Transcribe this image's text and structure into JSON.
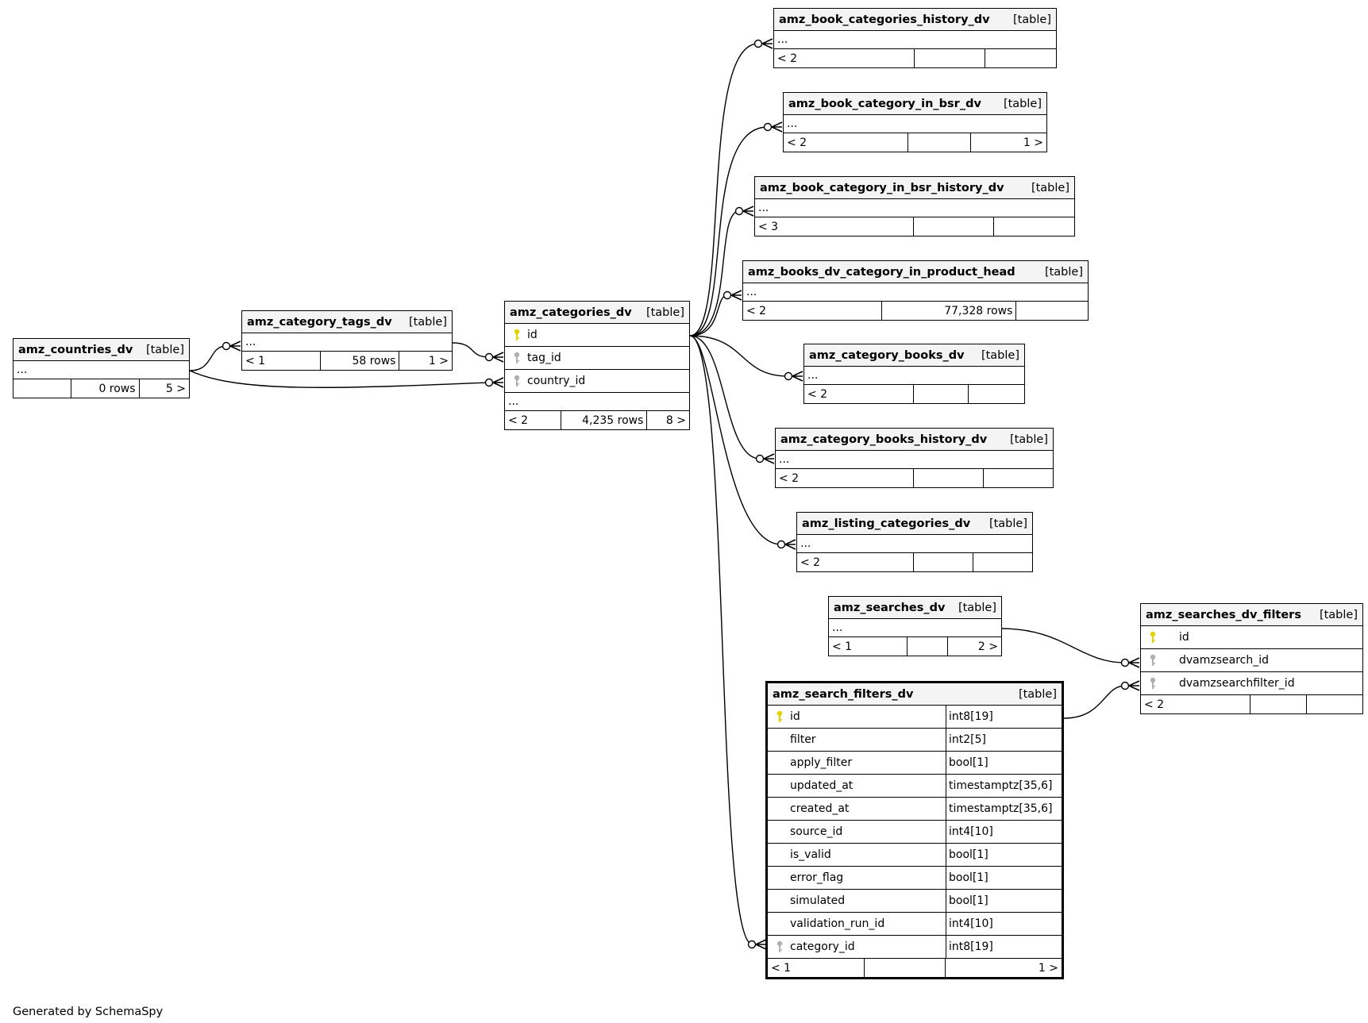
{
  "diagram": {
    "generator_note": "Generated by SchemaSpy",
    "colors": {
      "primary_key": "#e6d200",
      "foreign_key": "#b0b0b0",
      "header_bg": "#f4f4f4",
      "line": "#000000"
    },
    "tables": [
      {
        "id": "amz_countries_dv",
        "name": "amz_countries_dv",
        "kind": "[table]",
        "columns": [],
        "ellipsis": "...",
        "footer": [
          "",
          "0 rows",
          "5 >"
        ]
      },
      {
        "id": "amz_category_tags_dv",
        "name": "amz_category_tags_dv",
        "kind": "[table]",
        "columns": [],
        "ellipsis": "...",
        "footer": [
          "< 1",
          "58 rows",
          "1 >"
        ]
      },
      {
        "id": "amz_categories_dv",
        "name": "amz_categories_dv",
        "kind": "[table]",
        "columns": [
          {
            "name": "id",
            "key": "primary-key"
          },
          {
            "name": "tag_id",
            "key": "foreign-key"
          },
          {
            "name": "country_id",
            "key": "foreign-key"
          }
        ],
        "ellipsis": "...",
        "footer": [
          "< 2",
          "4,235 rows",
          "8 >"
        ]
      },
      {
        "id": "amz_book_categories_history_dv",
        "name": "amz_book_categories_history_dv",
        "kind": "[table]",
        "columns": [],
        "ellipsis": "...",
        "footer": [
          "< 2",
          "",
          ""
        ]
      },
      {
        "id": "amz_book_category_in_bsr_dv",
        "name": "amz_book_category_in_bsr_dv",
        "kind": "[table]",
        "columns": [],
        "ellipsis": "...",
        "footer": [
          "< 2",
          "",
          "1 >"
        ]
      },
      {
        "id": "amz_book_category_in_bsr_history_dv",
        "name": "amz_book_category_in_bsr_history_dv",
        "kind": "[table]",
        "columns": [],
        "ellipsis": "...",
        "footer": [
          "< 3",
          "",
          ""
        ]
      },
      {
        "id": "amz_books_dv_category_in_product_head",
        "name": "amz_books_dv_category_in_product_head",
        "kind": "[table]",
        "columns": [],
        "ellipsis": "...",
        "footer": [
          "< 2",
          "77,328 rows",
          ""
        ]
      },
      {
        "id": "amz_category_books_dv",
        "name": "amz_category_books_dv",
        "kind": "[table]",
        "columns": [],
        "ellipsis": "...",
        "footer": [
          "< 2",
          "",
          ""
        ]
      },
      {
        "id": "amz_category_books_history_dv",
        "name": "amz_category_books_history_dv",
        "kind": "[table]",
        "columns": [],
        "ellipsis": "...",
        "footer": [
          "< 2",
          "",
          ""
        ]
      },
      {
        "id": "amz_listing_categories_dv",
        "name": "amz_listing_categories_dv",
        "kind": "[table]",
        "columns": [],
        "ellipsis": "...",
        "footer": [
          "< 2",
          "",
          ""
        ]
      },
      {
        "id": "amz_searches_dv",
        "name": "amz_searches_dv",
        "kind": "[table]",
        "columns": [],
        "ellipsis": "...",
        "footer": [
          "< 1",
          "",
          "2 >"
        ]
      },
      {
        "id": "amz_searches_dv_filters",
        "name": "amz_searches_dv_filters",
        "kind": "[table]",
        "columns": [
          {
            "name": "id",
            "key": "primary-key"
          },
          {
            "name": "dvamzsearch_id",
            "key": "foreign-key"
          },
          {
            "name": "dvamzsearchfilter_id",
            "key": "foreign-key"
          }
        ],
        "ellipsis": null,
        "footer": [
          "< 2",
          "",
          ""
        ]
      },
      {
        "id": "amz_search_filters_dv",
        "name": "amz_search_filters_dv",
        "kind": "[table]",
        "focus": true,
        "columns": [
          {
            "name": "id",
            "type": "int8[19]",
            "key": "primary-key"
          },
          {
            "name": "filter",
            "type": "int2[5]",
            "key": ""
          },
          {
            "name": "apply_filter",
            "type": "bool[1]",
            "key": ""
          },
          {
            "name": "updated_at",
            "type": "timestamptz[35,6]",
            "key": ""
          },
          {
            "name": "created_at",
            "type": "timestamptz[35,6]",
            "key": ""
          },
          {
            "name": "source_id",
            "type": "int4[10]",
            "key": ""
          },
          {
            "name": "is_valid",
            "type": "bool[1]",
            "key": ""
          },
          {
            "name": "error_flag",
            "type": "bool[1]",
            "key": ""
          },
          {
            "name": "simulated",
            "type": "bool[1]",
            "key": ""
          },
          {
            "name": "validation_run_id",
            "type": "int4[10]",
            "key": ""
          },
          {
            "name": "category_id",
            "type": "int8[19]",
            "key": "foreign-key"
          }
        ],
        "ellipsis": null,
        "footer": [
          "< 1",
          "",
          "1 >"
        ]
      }
    ],
    "relationships": [
      {
        "from": "amz_countries_dv",
        "to": "amz_category_tags_dv",
        "to_column": "..."
      },
      {
        "from": "amz_countries_dv",
        "to": "amz_categories_dv",
        "to_column": "country_id"
      },
      {
        "from": "amz_category_tags_dv",
        "to": "amz_categories_dv",
        "to_column": "tag_id"
      },
      {
        "from": "amz_categories_dv",
        "to": "amz_book_categories_history_dv",
        "to_column": "..."
      },
      {
        "from": "amz_categories_dv",
        "to": "amz_book_category_in_bsr_dv",
        "to_column": "..."
      },
      {
        "from": "amz_categories_dv",
        "to": "amz_book_category_in_bsr_history_dv",
        "to_column": "..."
      },
      {
        "from": "amz_categories_dv",
        "to": "amz_books_dv_category_in_product_head",
        "to_column": "..."
      },
      {
        "from": "amz_categories_dv",
        "to": "amz_category_books_dv",
        "to_column": "..."
      },
      {
        "from": "amz_categories_dv",
        "to": "amz_category_books_history_dv",
        "to_column": "..."
      },
      {
        "from": "amz_categories_dv",
        "to": "amz_listing_categories_dv",
        "to_column": "..."
      },
      {
        "from": "amz_categories_dv",
        "to": "amz_search_filters_dv",
        "to_column": "category_id"
      },
      {
        "from": "amz_searches_dv",
        "to": "amz_searches_dv_filters",
        "to_column": "dvamzsearch_id"
      },
      {
        "from": "amz_search_filters_dv",
        "to": "amz_searches_dv_filters",
        "to_column": "dvamzsearchfilter_id"
      }
    ]
  }
}
